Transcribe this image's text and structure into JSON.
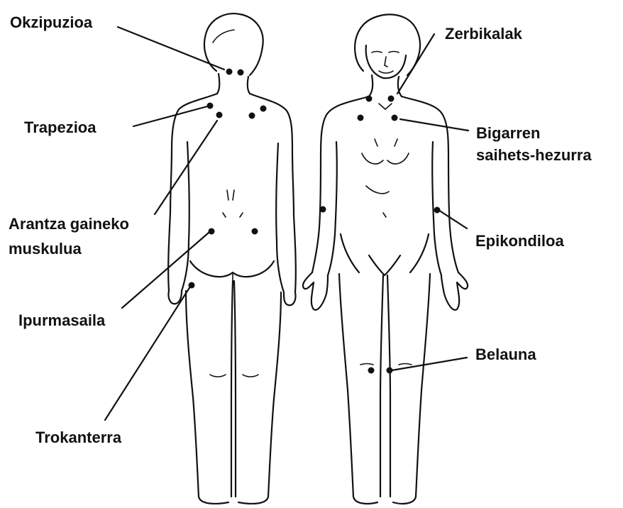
{
  "labels": {
    "okzipuzioa": "Okzipuzioa",
    "trapezioa": "Trapezioa",
    "arantza_line1": "Arantza gaineko",
    "arantza_line2": "muskulua",
    "ipurmasaila": "Ipurmasaila",
    "trokanterra": "Trokanterra",
    "zerbikalak": "Zerbikalak",
    "bigarren_line1": "Bigarren",
    "bigarren_line2": "saihets-hezurra",
    "epikondiloa": "Epikondiloa",
    "belauna": "Belauna"
  },
  "colors": {
    "ink": "#111111",
    "background": "#ffffff"
  }
}
